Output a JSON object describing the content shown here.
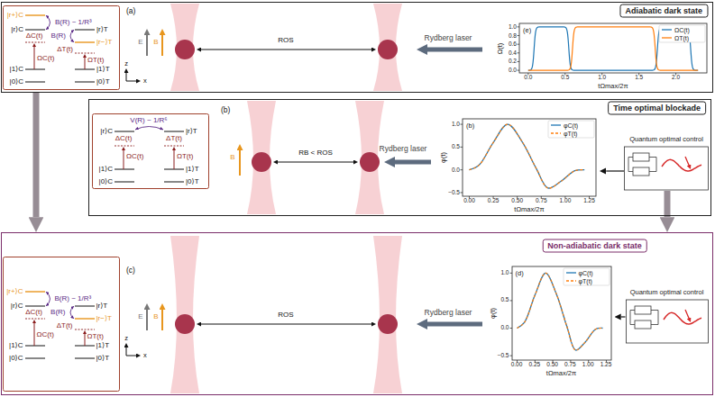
{
  "diagram": {
    "nodes": [
      {
        "text": [
          "Adiabatic dark state"
        ]
      },
      {
        "text": [
          "|r+⟩C",
          "|r⟩C",
          "B(R) ~ 1/R³",
          "ΔC(t)",
          "ΩC(t)",
          "|1⟩C",
          "|0⟩C",
          "|r⟩T",
          "B(R)",
          "ΔT(t)",
          "ΩT(t)",
          "|r−⟩T",
          "|1⟩T",
          "|0⟩T"
        ],
        "in": 0
      },
      {
        "text": [
          "(e)",
          "ΩC(t)",
          "ΩT(t)",
          "0.0",
          "0.2",
          "0.4",
          "0.6",
          "0.8",
          "1.0",
          "0.0",
          "0.5",
          "1.0",
          "1.5",
          "2.0",
          "Ω(t)",
          "tΩmax/2π"
        ],
        "in": 0
      },
      {
        "text": [
          "Time optimal blockade"
        ]
      },
      {
        "text": [
          "V(R) ~ 1/R⁶",
          "|r⟩C",
          "ΔC(t)",
          "ΩC(t)",
          "|1⟩C",
          "|0⟩C",
          "|r⟩T",
          "ΔT(t)",
          "ΩT(t)",
          "|1⟩T",
          "|0⟩T"
        ],
        "in": 3
      },
      {
        "text": [
          "(b)",
          "φC(t)",
          "φT(t)",
          "−0.5",
          "0.0",
          "0.5",
          "1.0",
          "0.00",
          "0.25",
          "0.50",
          "0.75",
          "1.00",
          "1.25",
          "φ(t)",
          "tΩmax/2π"
        ],
        "in": 3
      },
      {
        "text": [
          "Quantum optimal control"
        ],
        "in": 3
      },
      {
        "text": [
          "Non-adiabatic dark state"
        ]
      },
      {
        "text": [
          "|r+⟩C",
          "|r⟩C",
          "B(R) ~ 1/R³",
          "ΔC(t)",
          "ΩC(t)",
          "|1⟩C",
          "|0⟩C",
          "|r⟩T",
          "B(R)",
          "ΔT(t)",
          "ΩT(t)",
          "|r−⟩T",
          "|1⟩T",
          "|0⟩T"
        ],
        "in": 7
      },
      {
        "text": [
          "(d)",
          "φC(t)",
          "φT(t)",
          "−0.5",
          "0.0",
          "0.5",
          "1.0",
          "0.00",
          "0.25",
          "0.50",
          "0.75",
          "1.00",
          "1.25",
          "φ(t)",
          "tΩmax/2π"
        ],
        "in": 7
      },
      {
        "text": [
          "Quantum optimal control"
        ],
        "in": 7
      }
    ],
    "edges": [
      {
        "from": 0,
        "to": 7,
        "arrow": "to"
      },
      {
        "from": 6,
        "to": 7,
        "arrow": "to"
      },
      {
        "from": 6,
        "to": 5,
        "arrow": "to"
      },
      {
        "from": 10,
        "to": 9,
        "arrow": "to"
      }
    ],
    "labels": [
      "(a)",
      "E",
      "B",
      "z",
      "x",
      "ROS",
      "Rydberg laser",
      "(b)",
      "B",
      "RB < ROS",
      "Rydberg laser",
      "(c)",
      "E",
      "B",
      "z",
      "x",
      "ROS",
      "Rydberg laser"
    ]
  }
}
